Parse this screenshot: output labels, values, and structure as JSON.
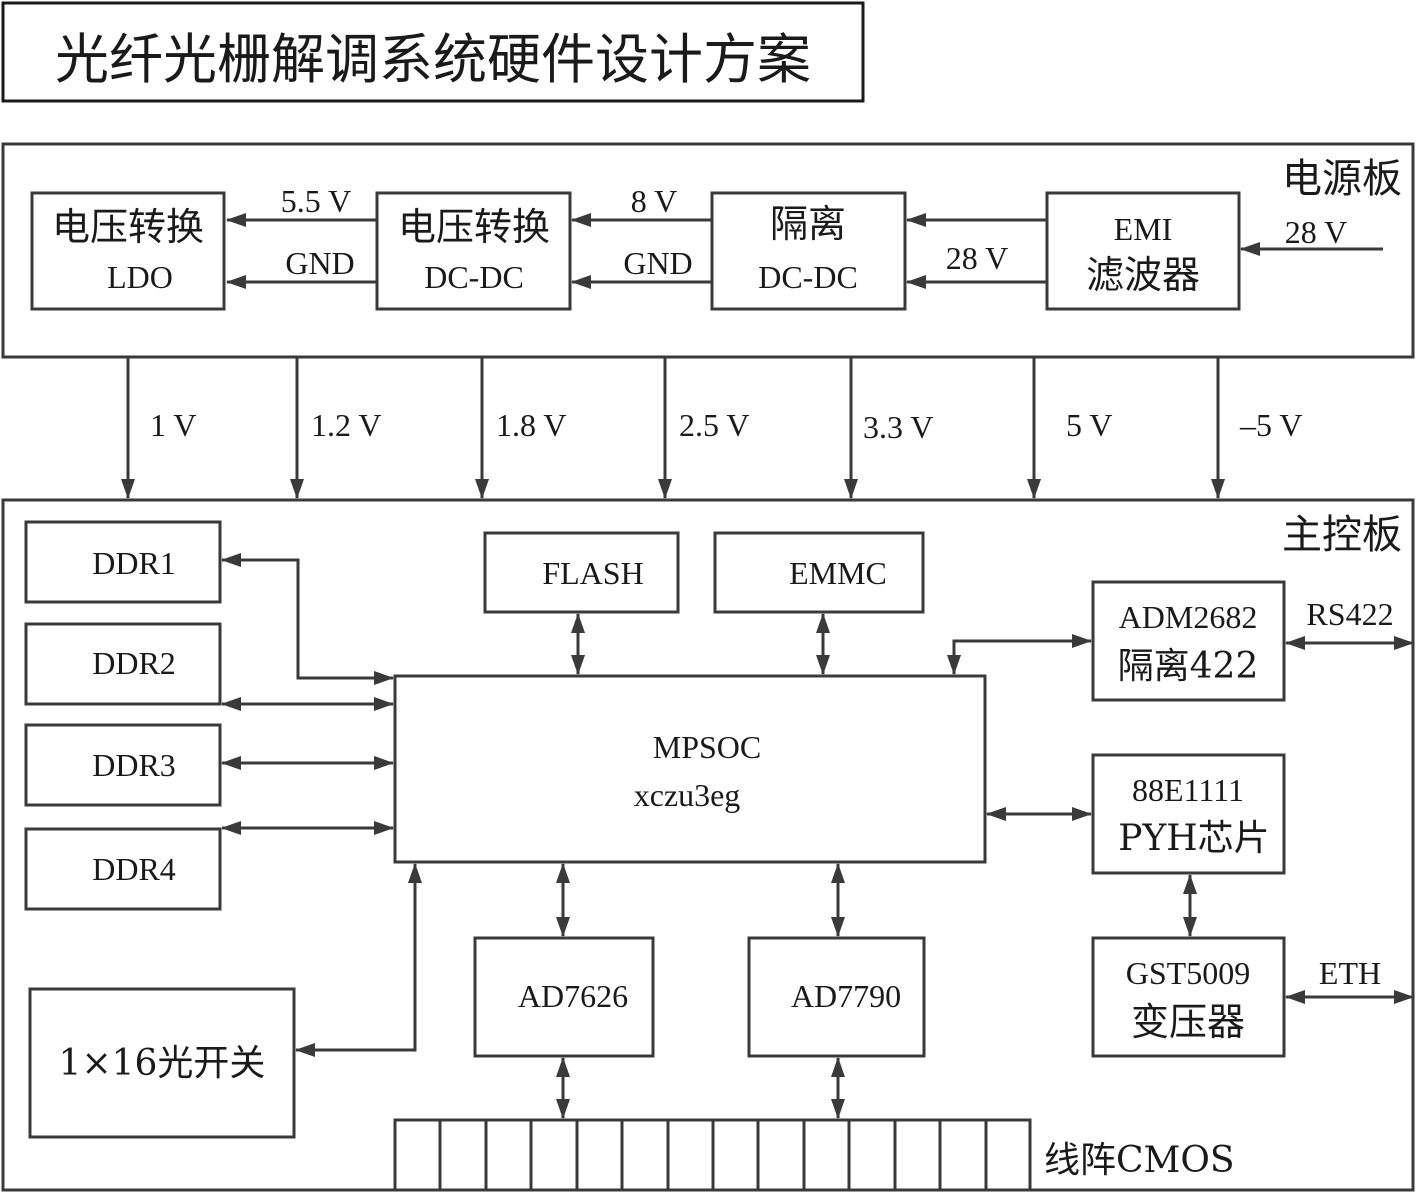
{
  "title": "光纤光栅解调系统硬件设计方案",
  "power_board": {
    "label": "电源板",
    "input_voltage": "28 V",
    "blocks": {
      "emi": {
        "line1": "EMI",
        "line2": "滤波器"
      },
      "isolated_dcdc": {
        "line1": "隔离",
        "line2": "DC-DC"
      },
      "dcdc": {
        "line1": "电压转换",
        "line2": "DC-DC"
      },
      "ldo": {
        "line1": "电压转换",
        "line2": "LDO"
      }
    },
    "links": {
      "emi_to_iso": "28 V",
      "iso_to_dcdc_top": "8 V",
      "iso_to_dcdc_bottom": "GND",
      "dcdc_to_ldo_top": "5.5 V",
      "dcdc_to_ldo_bottom": "GND"
    }
  },
  "rails": [
    "1 V",
    "1.2 V",
    "1.8 V",
    "2.5 V",
    "3.3 V",
    "5 V",
    "–5 V"
  ],
  "main_board": {
    "label": "主控板",
    "ddr": [
      "DDR1",
      "DDR2",
      "DDR3",
      "DDR4"
    ],
    "flash": "FLASH",
    "emmc": "EMMC",
    "mpsoc": {
      "line1": "MPSOC",
      "line2": "xczu3eg"
    },
    "adm": {
      "line1": "ADM2682",
      "line2": "隔离422"
    },
    "rs422": "RS422",
    "phy": {
      "line1": "88E1111",
      "line2": "PYH芯片"
    },
    "gst": {
      "line1": "GST5009",
      "line2": "变压器"
    },
    "eth": "ETH",
    "ad7626": "AD7626",
    "ad7790": "AD7790",
    "optical_switch": "1×16光开关",
    "cmos": "线阵CMOS"
  }
}
